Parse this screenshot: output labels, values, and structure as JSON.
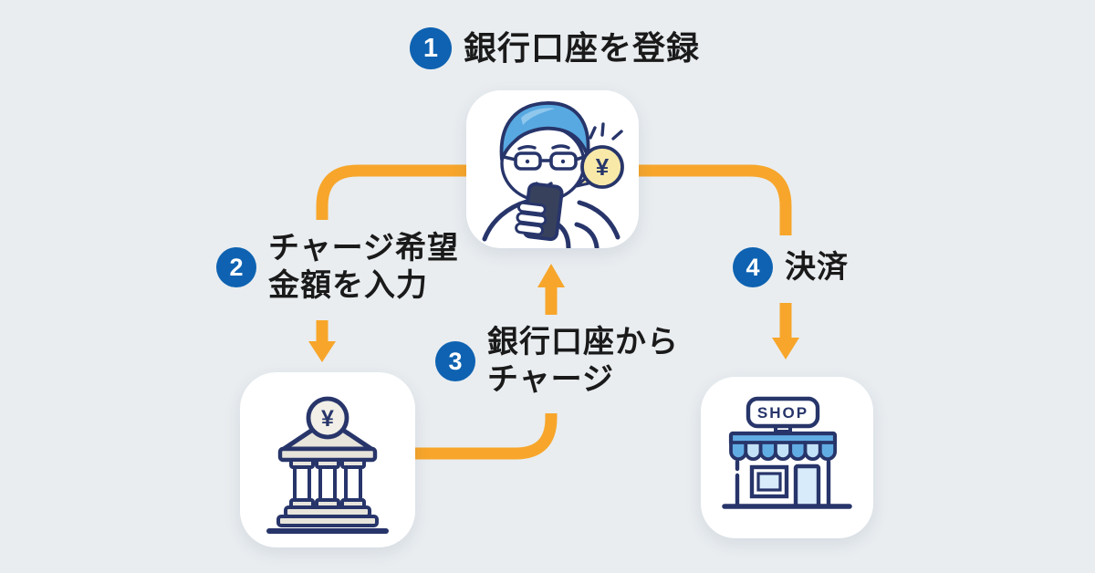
{
  "diagram": {
    "title_step": {
      "number": "1",
      "label": "銀行口座を登録"
    },
    "steps": {
      "step2": {
        "number": "2",
        "lines": [
          "チャージ希望",
          "金額を入力"
        ]
      },
      "step3": {
        "number": "3",
        "lines": [
          "銀行口座から",
          "チャージ"
        ]
      },
      "step4": {
        "number": "4",
        "label": "決済"
      }
    },
    "nodes": {
      "user": {
        "name": "user-with-smartphone",
        "bubble_symbol": "¥"
      },
      "bank": {
        "name": "bank-building",
        "coin_symbol": "¥"
      },
      "shop": {
        "name": "storefront",
        "sign": "SHOP"
      }
    },
    "icons": {
      "user": "user-smartphone-icon",
      "yen_bubble": "yen-speech-bubble-icon",
      "bank": "bank-building-icon",
      "shop": "storefront-icon",
      "arrows": "orange-flow-arrows"
    },
    "colors": {
      "background": "#E9EDF0",
      "arrow_orange": "#F7A62B",
      "badge_blue": "#0E62B1",
      "outline_navy": "#27356A",
      "text": "#1A1A1A",
      "hair_blue": "#58A9E1",
      "bubble_yellow": "#F8E9A8",
      "awning_blue": "#62ACE4",
      "awning_light_blue": "#C4E2F7",
      "glass_blue": "#D8EBFA",
      "stone_beige": "#E7E4DB"
    }
  }
}
